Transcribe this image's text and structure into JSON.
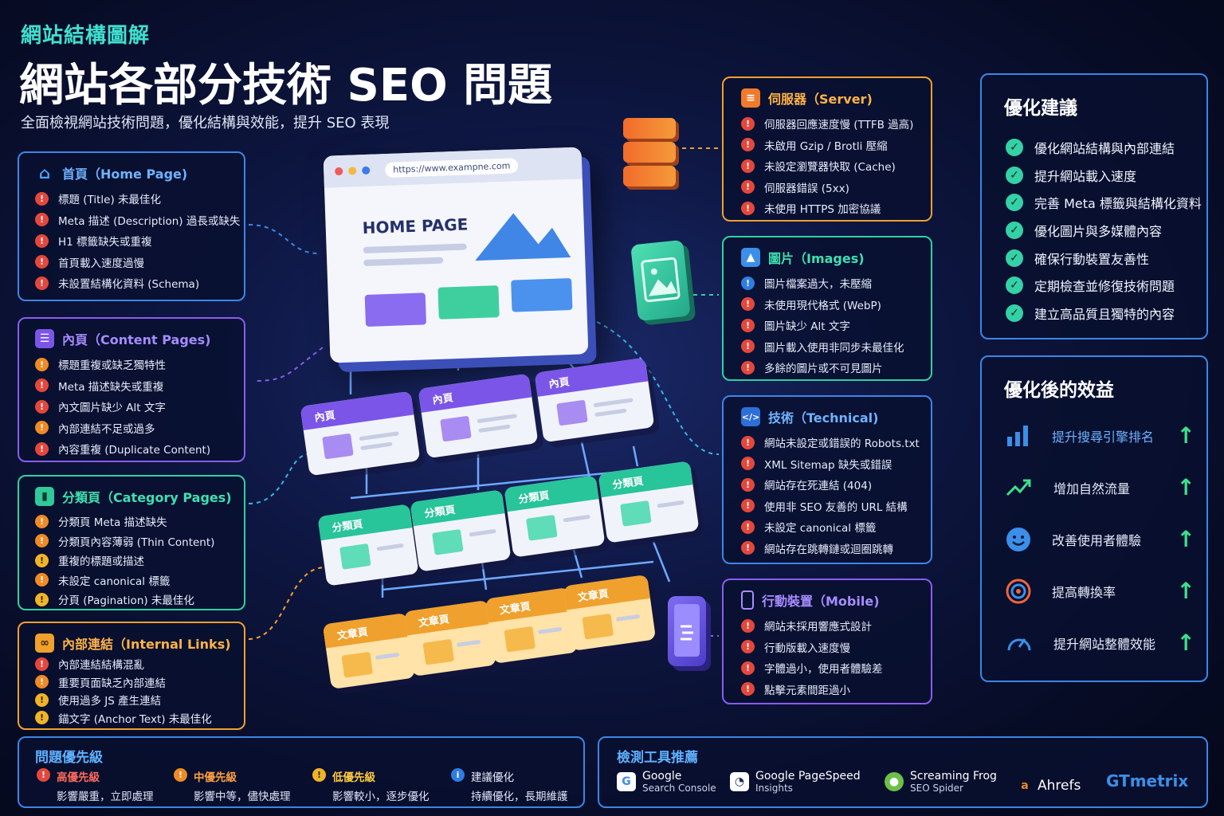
{
  "header": {
    "eyebrow": "網站結構圖解",
    "title": "網站各部分技術 SEO 問題",
    "subtitle": "全面檢視網站技術問題，優化結構與效能，提升 SEO 表現"
  },
  "left_panels": {
    "home": {
      "title": "首頁（Home Page)",
      "items": [
        "標題 (Title) 未最佳化",
        "Meta 描述 (Description) 過長或缺失",
        "H1 標籤缺失或重複",
        "首頁載入速度過慢",
        "未設置結構化資料 (Schema)"
      ]
    },
    "content": {
      "title": "內頁（Content Pages)",
      "items": [
        "標題重複或缺乏獨特性",
        "Meta 描述缺失或重複",
        "內文圖片缺少 Alt 文字",
        "內部連結不足或過多",
        "內容重複 (Duplicate Content)"
      ]
    },
    "category": {
      "title": "分類頁（Category Pages)",
      "items": [
        "分類頁 Meta 描述缺失",
        "分類頁內容薄弱 (Thin Content)",
        "重複的標題或描述",
        "未設定 canonical 標籤",
        "分頁 (Pagination) 未最佳化"
      ]
    },
    "links": {
      "title": "內部連結（Internal Links)",
      "items": [
        "內部連結結構混亂",
        "重要頁面缺乏內部連結",
        "使用過多 JS 產生連結",
        "錨文字 (Anchor Text) 未最佳化"
      ]
    }
  },
  "right_panels": {
    "server": {
      "title": "伺服器（Server)",
      "items": [
        "伺服器回應速度慢 (TTFB 過高)",
        "未啟用 Gzip / Brotli 壓縮",
        "未設定瀏覽器快取 (Cache)",
        "伺服器錯誤 (5xx)",
        "未使用 HTTPS 加密協議"
      ]
    },
    "images": {
      "title": "圖片（Images)",
      "items": [
        "圖片檔案過大，未壓縮",
        "未使用現代格式 (WebP)",
        "圖片缺少 Alt 文字",
        "圖片載入使用非同步未最佳化",
        "多餘的圖片或不可見圖片"
      ]
    },
    "technical": {
      "title": "技術（Technical)",
      "items": [
        "網站未設定或錯誤的 Robots.txt",
        "XML Sitemap 缺失或錯誤",
        "網站存在死連結 (404)",
        "使用非 SEO 友善的 URL 結構",
        "未設定 canonical 標籤",
        "網站存在跳轉鏈或迴圈跳轉"
      ]
    },
    "mobile": {
      "title": "行動裝置（Mobile)",
      "items": [
        "網站未採用響應式設計",
        "行動版載入速度慢",
        "字體過小，使用者體驗差",
        "點擊元素間距過小"
      ]
    }
  },
  "advice": {
    "title": "優化建議",
    "items": [
      "優化網站結構與內部連結",
      "提升網站載入速度",
      "完善 Meta 標籤與結構化資料",
      "優化圖片與多媒體內容",
      "確保行動裝置友善性",
      "定期檢查並修復技術問題",
      "建立高品質且獨特的內容"
    ]
  },
  "benefits": {
    "title": "優化後的效益",
    "items": [
      {
        "label": "提升搜尋引擎排名",
        "icon": "bar-chart-icon"
      },
      {
        "label": "增加自然流量",
        "icon": "trend-up-icon"
      },
      {
        "label": "改善使用者體驗",
        "icon": "smile-icon"
      },
      {
        "label": "提高轉換率",
        "icon": "target-icon"
      },
      {
        "label": "提升網站整體效能",
        "icon": "speedometer-icon"
      }
    ]
  },
  "diagram": {
    "url": "https://www.exampne.com",
    "home_label": "HOME PAGE",
    "content_label": "內頁",
    "category_label": "分類頁",
    "article_label": "文章頁"
  },
  "priority": {
    "title": "問題優先級",
    "levels": [
      {
        "name": "高優先級",
        "desc": "影響嚴重，立即處理",
        "color": "#e5473c"
      },
      {
        "name": "中優先級",
        "desc": "影響中等，儘快處理",
        "color": "#f08a24"
      },
      {
        "name": "低優先級",
        "desc": "影響較小，逐步優化",
        "color": "#f0b428"
      },
      {
        "name": "建議優化",
        "desc": "持續優化，長期維護",
        "color": "#2f7de1"
      }
    ]
  },
  "tools": {
    "title": "檢測工具推薦",
    "items": [
      {
        "name": "Google",
        "sub": "Search Console"
      },
      {
        "name": "Google PageSpeed",
        "sub": "Insights"
      },
      {
        "name": "Screaming Frog",
        "sub": "SEO Spider"
      },
      {
        "name": "Ahrefs",
        "sub": ""
      },
      {
        "name": "GTmetrix",
        "sub": ""
      }
    ]
  }
}
